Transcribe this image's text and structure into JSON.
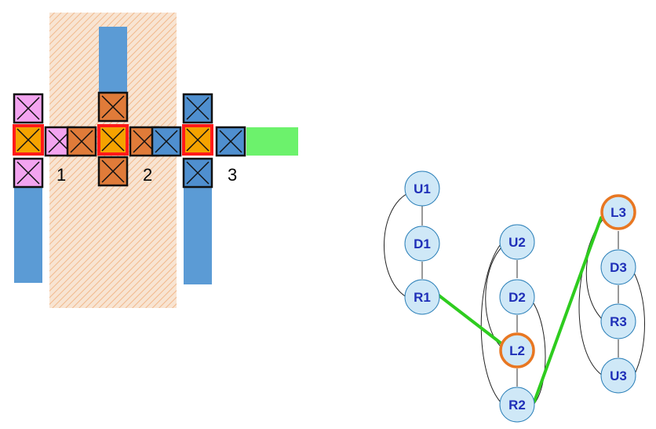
{
  "layout_labels": {
    "n1": "1",
    "n2": "2",
    "n3": "3"
  },
  "graph": {
    "nodes": {
      "U1": "U1",
      "D1": "D1",
      "R1": "R1",
      "U2": "U2",
      "D2": "D2",
      "L2": "L2",
      "R2": "R2",
      "L3": "L3",
      "D3": "D3",
      "R3": "R3",
      "U3": "U3"
    },
    "highlighted": [
      "L2",
      "L3"
    ],
    "path": [
      "R1",
      "L2",
      "R2",
      "L3"
    ]
  },
  "colors": {
    "highlight_ring": "#e87722",
    "node_fill": "#cfe8f7",
    "path_edge": "#2ecc1f",
    "metal_bar": "#5b9bd5",
    "green_wire": "#6cf26c",
    "hatch_region": "#f8d3b5",
    "pink_via": "#f3a4f0",
    "orange_via": "#e07b39",
    "blue_via": "#4f8fcf",
    "center_via": "#f5a300",
    "center_border": "#ff1a1a"
  }
}
